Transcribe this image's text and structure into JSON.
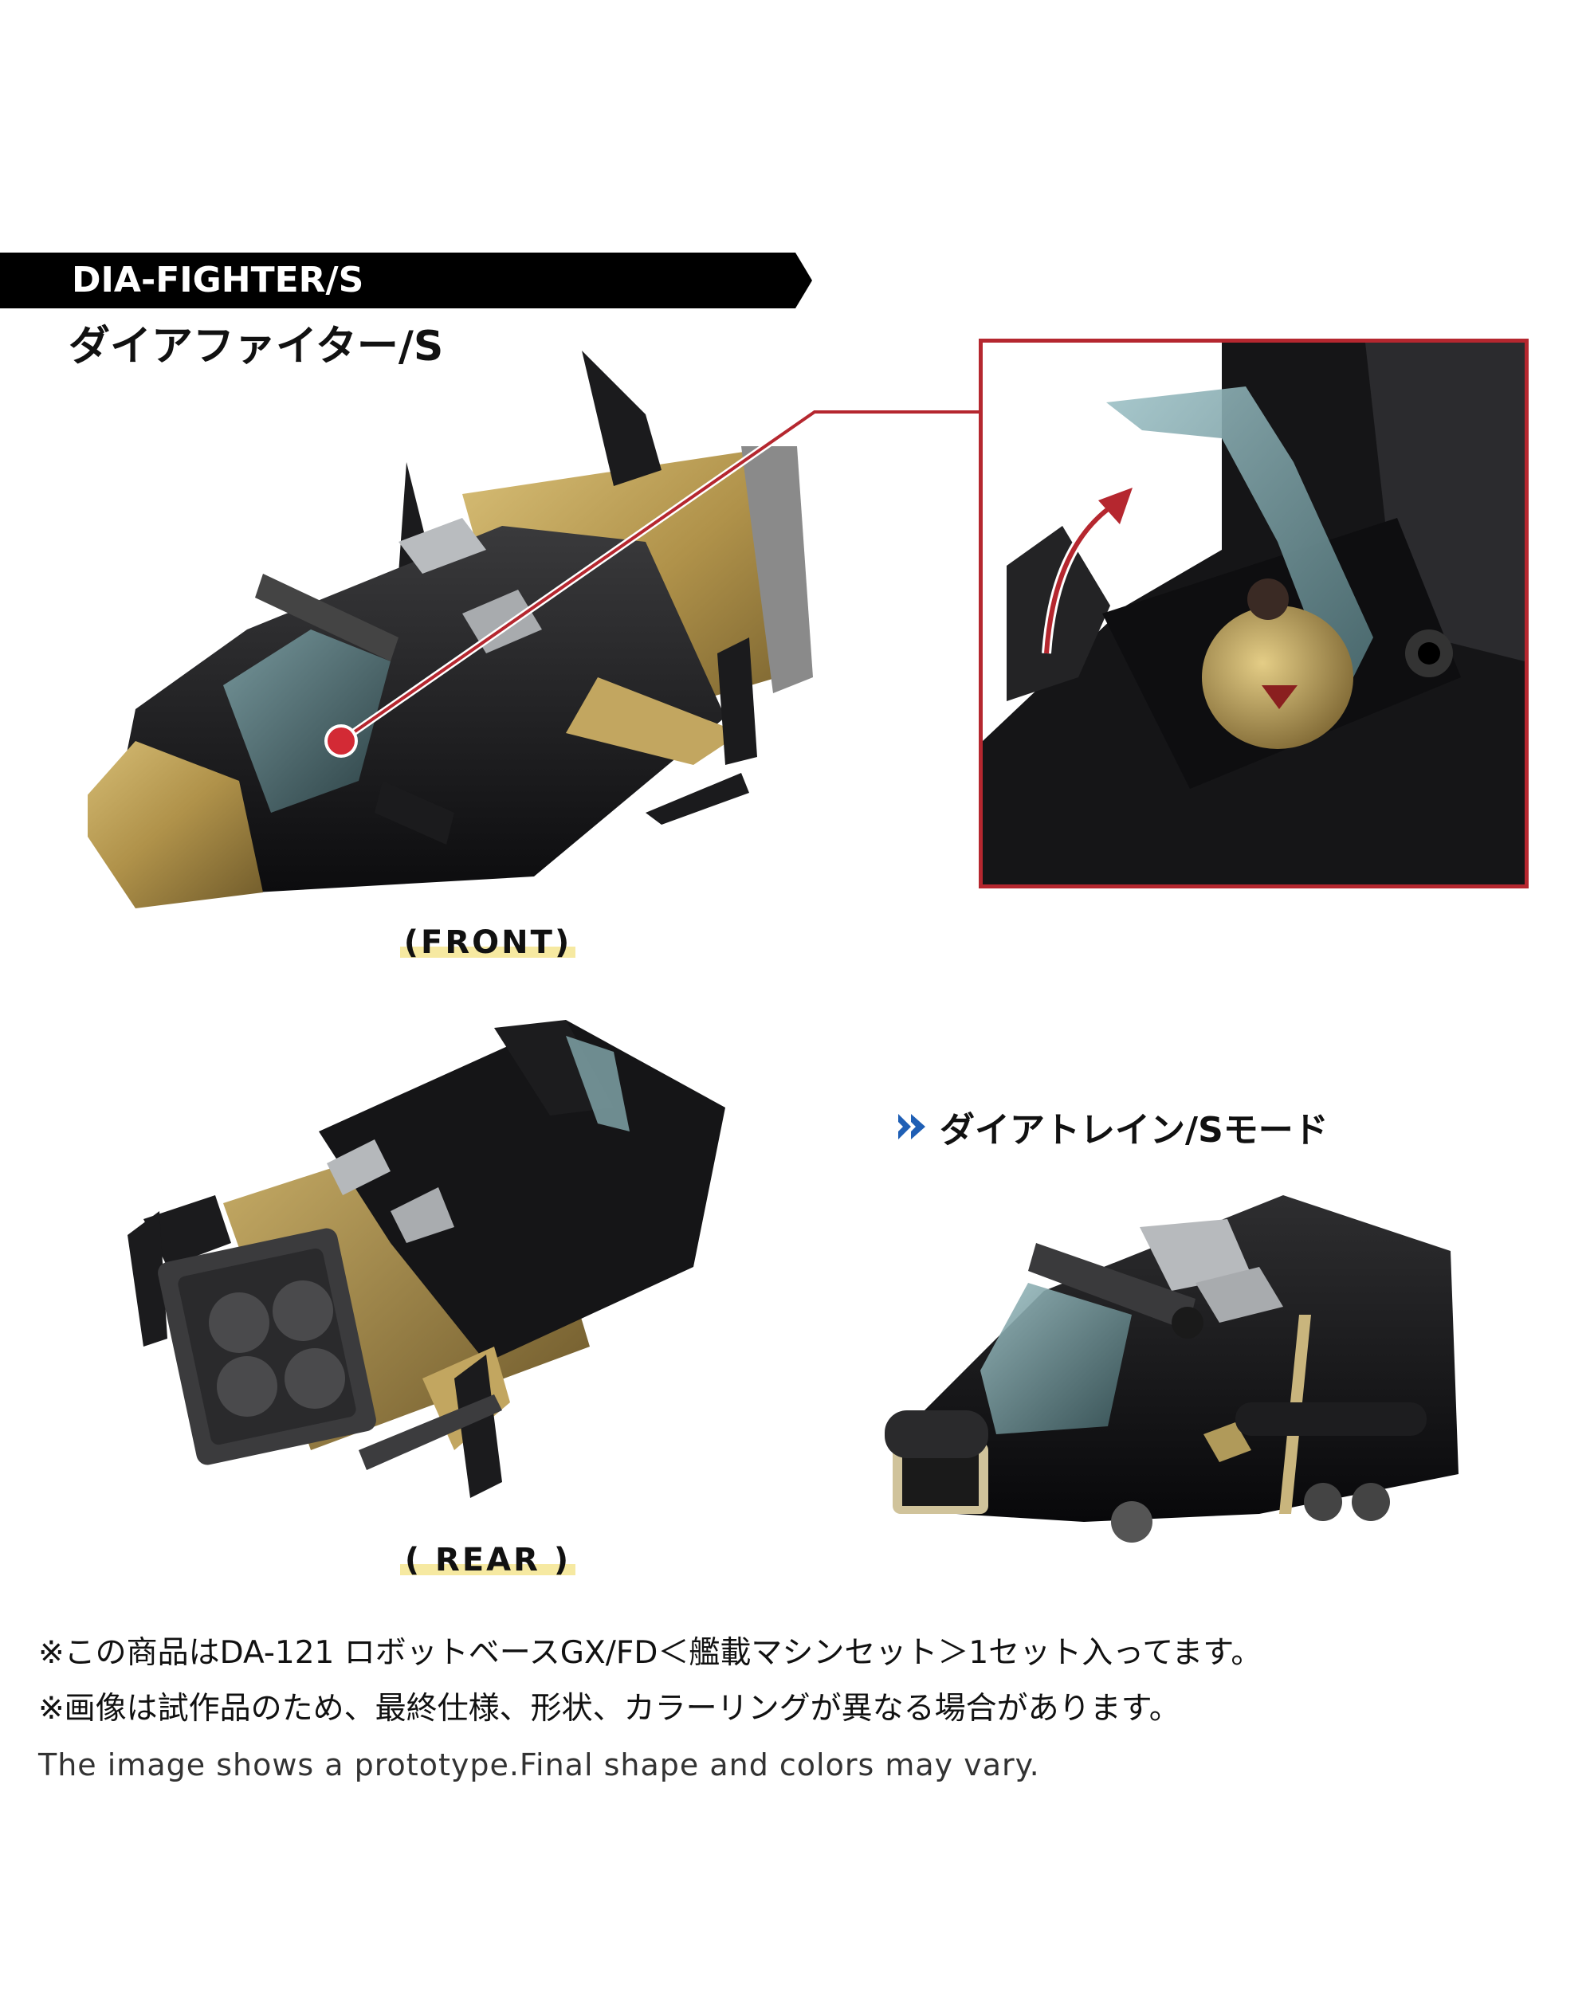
{
  "header": {
    "banner_title": "DIA-FIGHTER/S",
    "subtitle_jp": "ダイアファイター/S",
    "banner_color": "#000000"
  },
  "views": {
    "front_label": "(FRONT)",
    "rear_label": "( REAR )",
    "mode_label": "ダイアトレイン/Sモード",
    "mode_icon": "double-chevron-right-icon",
    "mode_icon_color": "#1f5fb5",
    "label_highlight_color": "#f4e48a"
  },
  "inset": {
    "description": "Cockpit canopy opened with pilot figure",
    "border_color": "#b5272f",
    "arrow_icon": "curved-arrow-up-icon"
  },
  "callout": {
    "line_color": "#b5272f",
    "dot_color": "#d32a35"
  },
  "notes": {
    "line1": "※この商品はDA-121 ロボットベースGX/FD＜艦載マシンセット＞1セット入ってます。",
    "line2": "※画像は試作品のため、最終仕様、形状、カラーリングが異なる場合があります。",
    "line3": "The image shows a prototype.Final shape and colors may vary."
  }
}
